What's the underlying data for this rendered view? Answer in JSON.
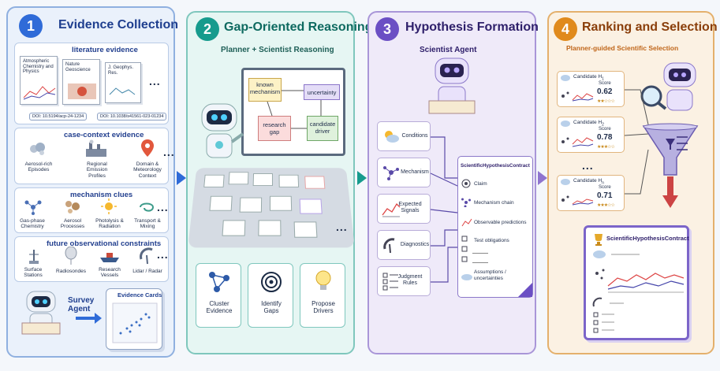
{
  "colors": {
    "stage1": "#2f6bd8",
    "stage2": "#169b8d",
    "stage3": "#6b4fc4",
    "stage4": "#e08a1c",
    "text": "#1f2d4a"
  },
  "stage1": {
    "number": "1",
    "title": "Evidence Collection",
    "literature": {
      "title": "literature evidence",
      "docs": [
        "Atmospheric Chemistry and Physics",
        "Nature Geoscience",
        "J. Geophys. Res."
      ],
      "dois": [
        "DOI: 10.5194/acp-24-1234",
        "DOI: 10.1038/s41561-023-01234"
      ]
    },
    "case_context": {
      "title": "case-context evidence",
      "items": [
        "Aerosol-rich Episodes",
        "Regional Emission Profiles",
        "Domain & Meteorology Context"
      ]
    },
    "mechanism": {
      "title": "mechanism clues",
      "items": [
        "Gas-phase Chemistry",
        "Aerosol Processes",
        "Photolysis & Radiation",
        "Transport & Mixing"
      ]
    },
    "future": {
      "title": "future observational constraints",
      "items": [
        "Surface Stations",
        "Radiosondes",
        "Research Vessels",
        "Lidar / Radar"
      ]
    },
    "agent_label": "Survey Agent",
    "cards_label": "Evidence Cards",
    "ellipsis": "..."
  },
  "stage2": {
    "number": "2",
    "title": "Gap-Oriented Reasoning",
    "subtitle": "Planner + Scientist Reasoning",
    "board": {
      "known": "known mechanism",
      "uncertainty": "uncertainty",
      "gap": "research gap",
      "driver": "candidate driver"
    },
    "actions": [
      "Cluster Evidence",
      "Identify Gaps",
      "Propose Drivers"
    ],
    "ellipsis": "..."
  },
  "stage3": {
    "number": "3",
    "title": "Hypothesis Formation",
    "subtitle": "Scientist Agent",
    "cards": [
      "Conditions",
      "Mechanism",
      "Expected Signals",
      "Diagnostics",
      "Judgment Rules"
    ],
    "contract": {
      "title": "ScientificHypothesisContract",
      "items": [
        "Claim",
        "Mechanism chain",
        "Observable predictions",
        "Test obligations",
        "Assumptions / uncertainties"
      ]
    }
  },
  "stage4": {
    "number": "4",
    "title": "Ranking and Selection",
    "subtitle": "Planner-guided Scientific Selection",
    "candidates": [
      {
        "name": "Candidate H",
        "sub": "1",
        "score_label": "Score",
        "score": "0.62",
        "stars": "★★☆☆☆"
      },
      {
        "name": "Candidate H",
        "sub": "2",
        "score_label": "Score",
        "score": "0.78",
        "stars": "★★★☆☆"
      },
      {
        "name": "Candidate H",
        "sub": "n",
        "score_label": "Score",
        "score": "0.71",
        "stars": "★★★☆☆"
      }
    ],
    "ellipsis": "...",
    "final": "ScientificHypothesisContract"
  }
}
